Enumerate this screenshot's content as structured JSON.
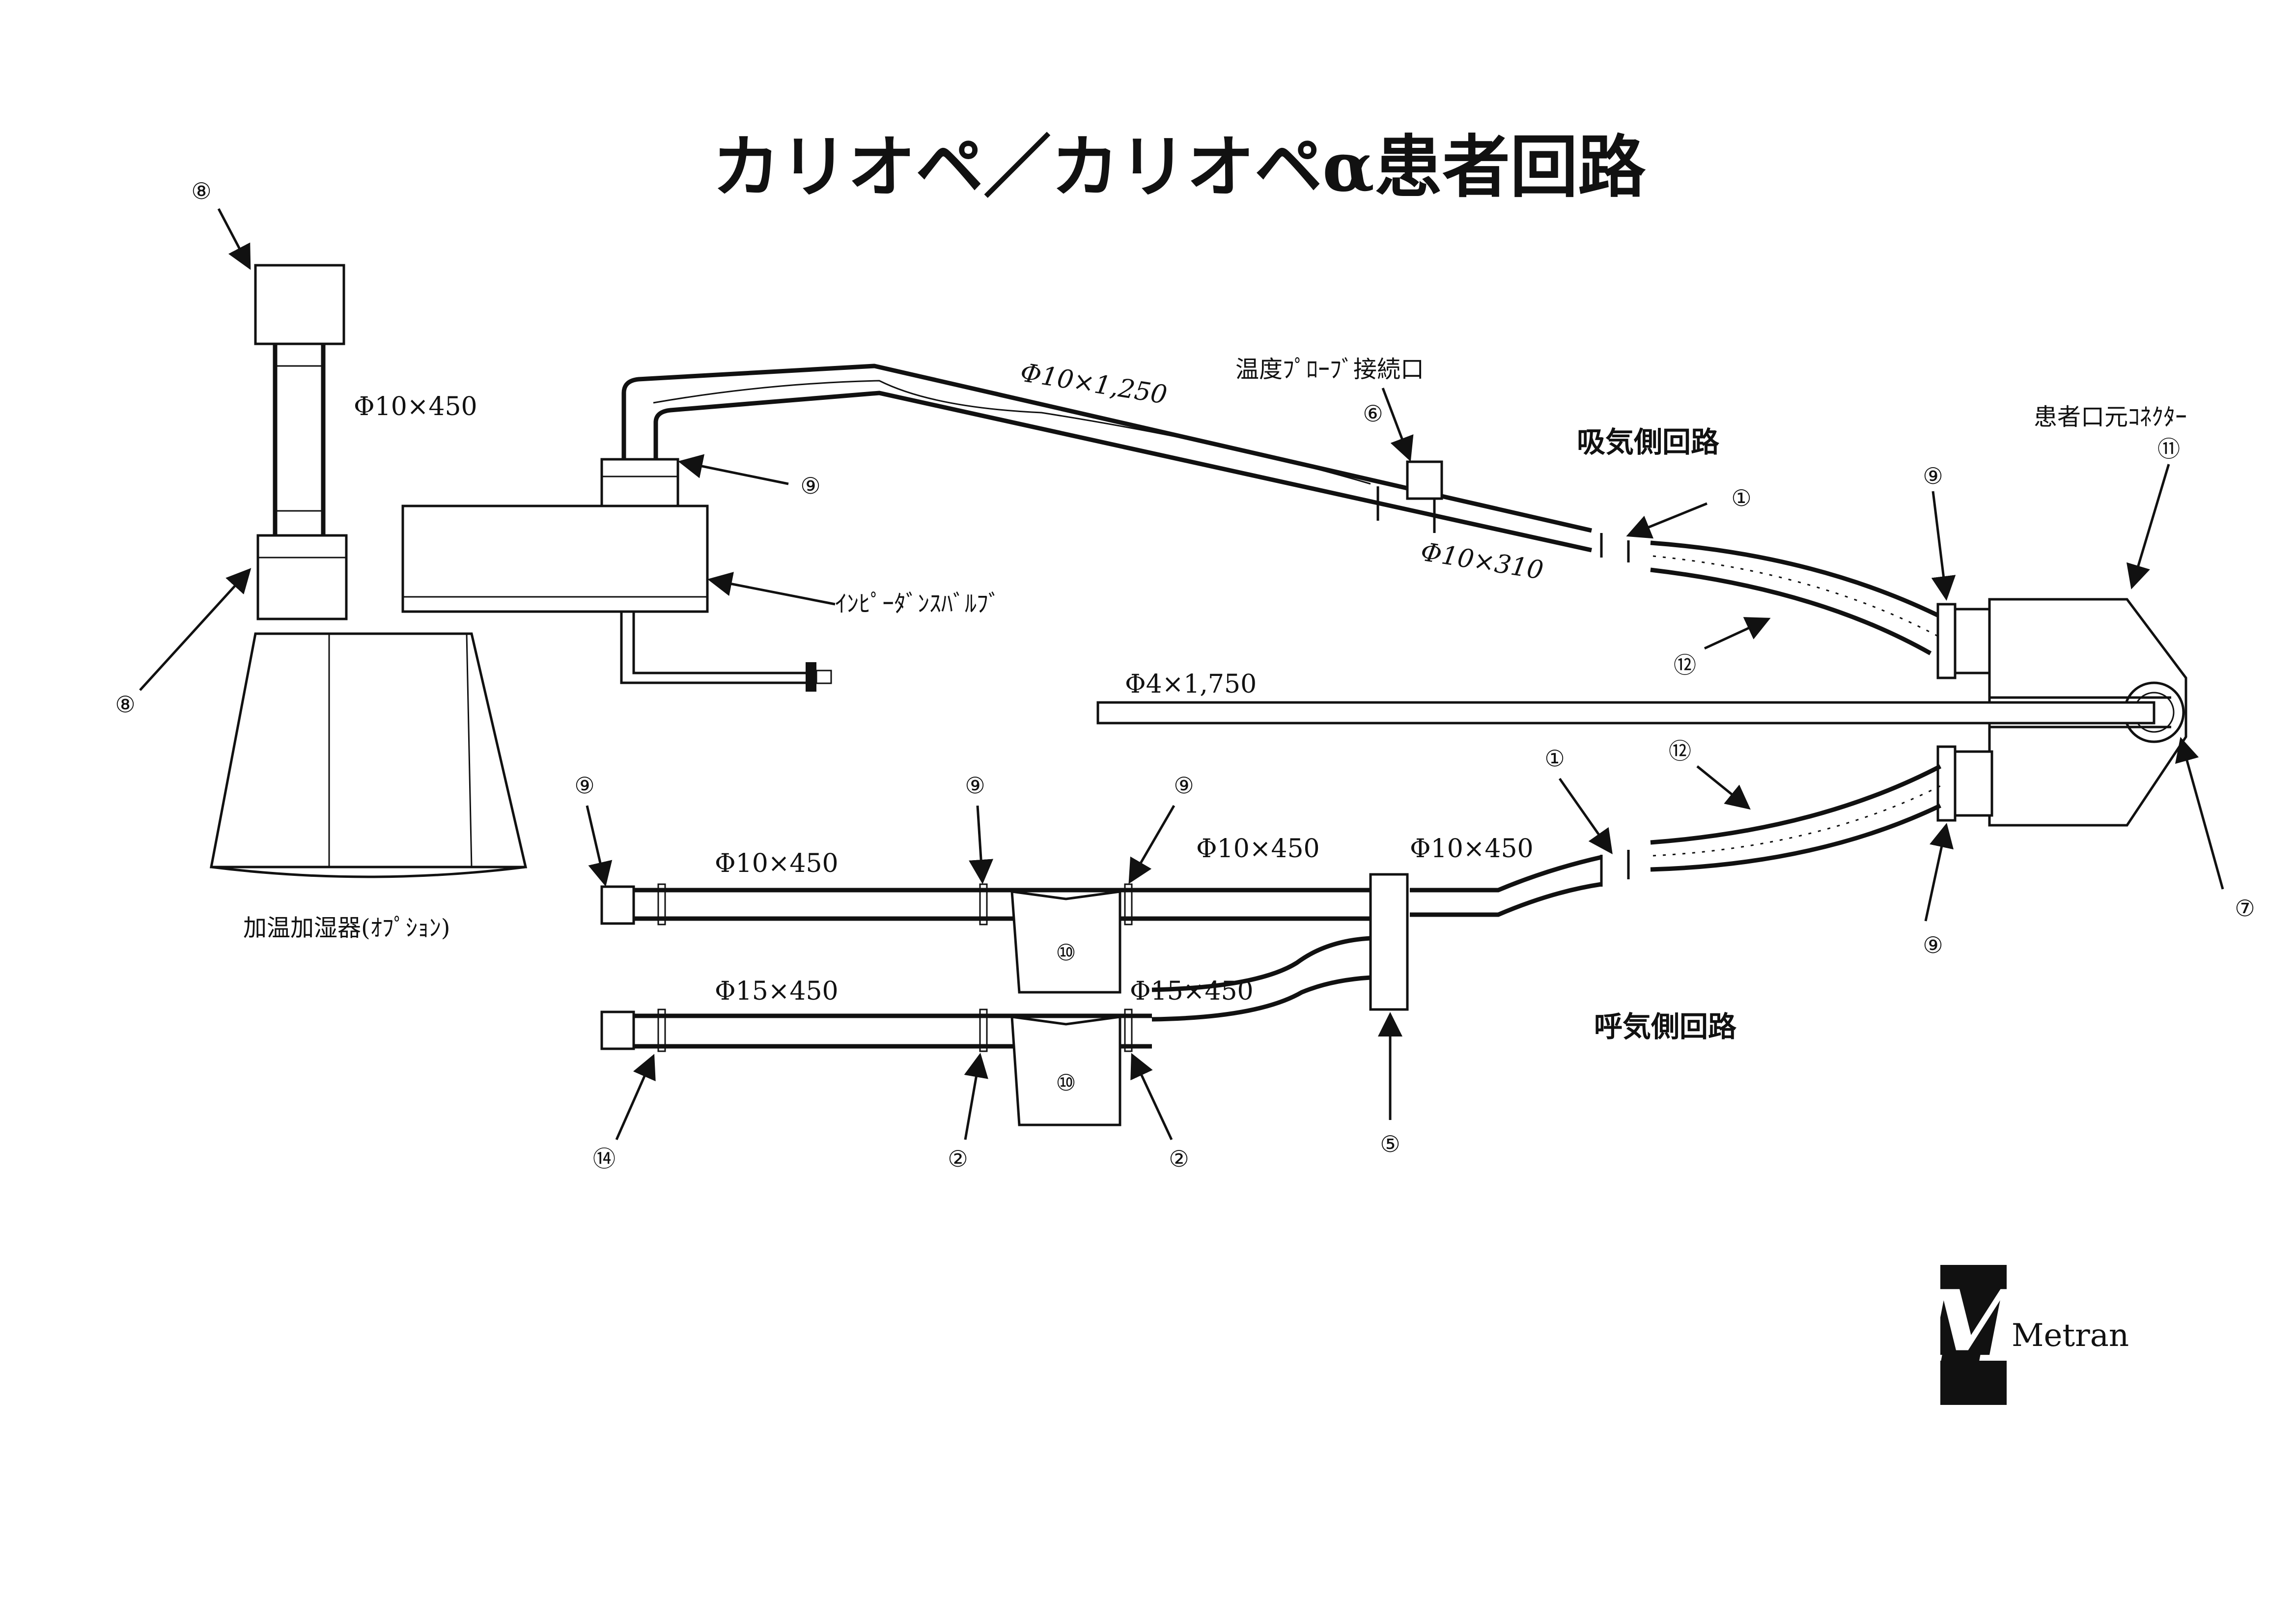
{
  "title": "カリオペ／カリオペα患者回路",
  "sections": {
    "inspiratory": "吸気側回路",
    "expiratory": "呼気側回路"
  },
  "labels": {
    "temp_probe_port": "温度ﾌﾟﾛｰﾌﾞ接続口",
    "impedance_valve": "ｲﾝﾋﾟｰﾀﾞﾝｽﾊﾞﾙﾌﾞ",
    "humidifier": "加温加湿器(ｵﾌﾟｼｮﾝ)",
    "patient_connector": "患者口元ｺﾈｸﾀｰ"
  },
  "dimensions": {
    "humid_tube": "Φ10×450",
    "insp_long_tube": "Φ10×1,250",
    "insp_short_tube": "Φ10×310",
    "pressure_line": "Φ4×1,750",
    "exp_tube_a": "Φ10×450",
    "exp_tube_b": "Φ10×450",
    "exp_tube_c": "Φ10×450",
    "exp_tube_d": "Φ15×450",
    "exp_tube_e": "Φ15×450"
  },
  "callouts": {
    "c1": "①",
    "c2": "②",
    "c5": "⑤",
    "c6": "⑥",
    "c7": "⑦",
    "c8": "⑧",
    "c9": "⑨",
    "c10": "⑩",
    "c11": "⑪",
    "c12": "⑫",
    "c14": "⑭"
  },
  "brand": {
    "logo_letter": "M",
    "name": "Metran"
  }
}
